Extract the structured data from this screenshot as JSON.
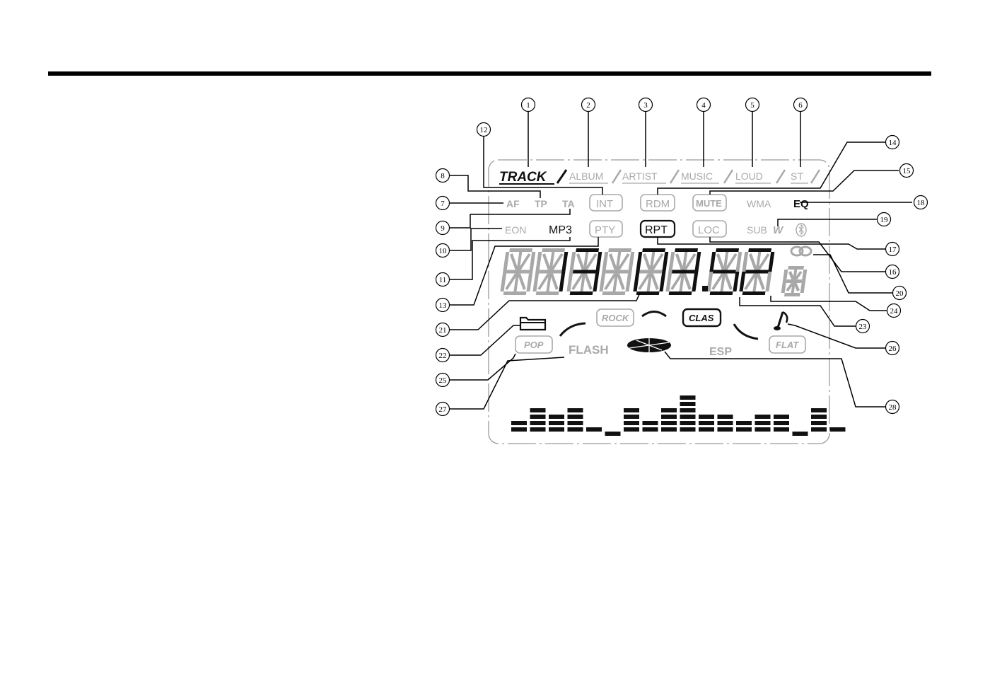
{
  "display": {
    "row1": [
      {
        "key": "track",
        "text": "TRACK",
        "active": true
      },
      {
        "key": "album",
        "text": "ALBUM",
        "active": false
      },
      {
        "key": "artist",
        "text": "ARTIST",
        "active": false
      },
      {
        "key": "music",
        "text": "MUSIC",
        "active": false
      },
      {
        "key": "loud",
        "text": "LOUD",
        "active": false
      },
      {
        "key": "st",
        "text": "ST",
        "active": false
      }
    ],
    "af": "AF",
    "tp": "TP",
    "ta": "TA",
    "int": "INT",
    "rdm": "RDM",
    "mute": "MUTE",
    "wma": "WMA",
    "eq": "EQ",
    "eon": "EON",
    "mp3": "MP3",
    "pty": "PTY",
    "rpt": "RPT",
    "loc": "LOC",
    "sub": "SUB",
    "sub_w": "W",
    "rock": "ROCK",
    "clas": "CLAS",
    "pop": "POP",
    "flat": "FLAT",
    "flash": "FLASH",
    "esp": "ESP",
    "digits": "13 03.52",
    "spectrum_levels": [
      2,
      4,
      3,
      4,
      1,
      0,
      4,
      2,
      4,
      6,
      3,
      3,
      2,
      3,
      3,
      0,
      4,
      1
    ]
  },
  "callouts": [
    "1",
    "2",
    "3",
    "4",
    "5",
    "6",
    "7",
    "8",
    "9",
    "10",
    "11",
    "12",
    "13",
    "14",
    "15",
    "16",
    "17",
    "18",
    "19",
    "20",
    "21",
    "22",
    "23",
    "24",
    "25",
    "26",
    "27",
    "28"
  ],
  "colors": {
    "lit": "#111111",
    "dim": "#a8a8a8"
  }
}
